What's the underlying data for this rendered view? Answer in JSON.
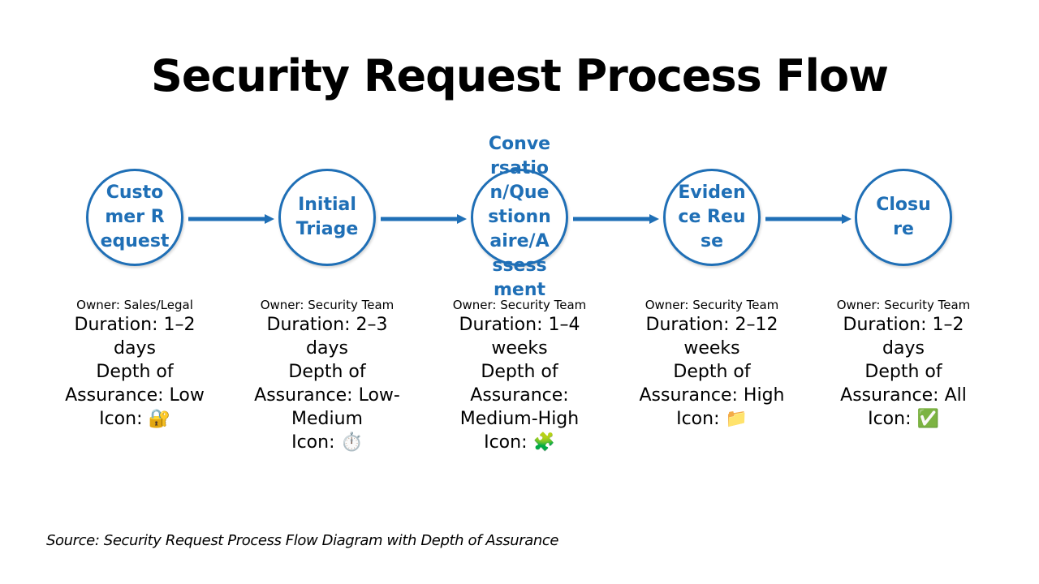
{
  "title": "Security Request Process Flow",
  "accent_color": "#1f6fb6",
  "steps": [
    {
      "label": "Customer Request",
      "owner": "Owner: Sales/Legal",
      "duration": "Duration: 1–2 days",
      "assurance": "Depth of Assurance: Low",
      "icon_text": "Icon: 🔐",
      "icon_name": "lock-with-key-icon"
    },
    {
      "label": "Initial Triage",
      "owner": "Owner: Security Team",
      "duration": "Duration: 2–3 days",
      "assurance": "Depth of Assurance: Low-Medium",
      "icon_text": "Icon: ⏱️",
      "icon_name": "stopwatch-icon"
    },
    {
      "label": "Conversation/Questionnaire/Assessment",
      "owner": "Owner: Security Team",
      "duration": "Duration: 1–4 weeks",
      "assurance": "Depth of Assurance: Medium-High",
      "icon_text": "Icon: 🧩",
      "icon_name": "puzzle-piece-icon"
    },
    {
      "label": "Evidence Reuse",
      "owner": "Owner: Security Team",
      "duration": "Duration: 2–12 weeks",
      "assurance": "Depth of Assurance: High",
      "icon_text": "Icon: 📁",
      "icon_name": "folder-icon"
    },
    {
      "label": "Closure",
      "owner": "Owner: Security Team",
      "duration": "Duration: 1–2 days",
      "assurance": "Depth of Assurance: All",
      "icon_text": "Icon: ✅",
      "icon_name": "check-mark-icon"
    }
  ],
  "source": "Source: Security Request Process Flow Diagram with Depth of Assurance"
}
